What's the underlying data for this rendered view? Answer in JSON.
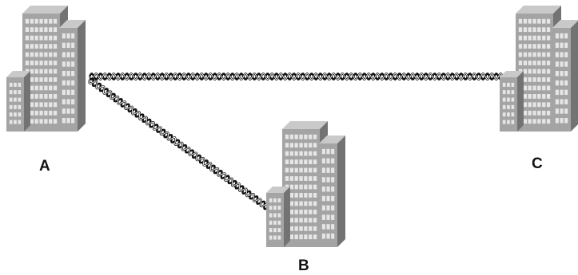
{
  "nodes": [
    {
      "id": "a",
      "label": "A"
    },
    {
      "id": "b",
      "label": "B"
    },
    {
      "id": "c",
      "label": "C"
    }
  ],
  "links": [
    {
      "from": "a",
      "to": "c",
      "style": "twisted-pair-cable"
    },
    {
      "from": "a",
      "to": "b",
      "style": "twisted-pair-cable"
    }
  ],
  "colors": {
    "background": "#ffffff",
    "building_front": "#a4a4a4",
    "building_side": "#737373",
    "building_top": "#c9c9c9",
    "window": "#e6e6e6",
    "cable_dark": "#111111",
    "cable_light": "#ffffff",
    "label": "#111111"
  }
}
